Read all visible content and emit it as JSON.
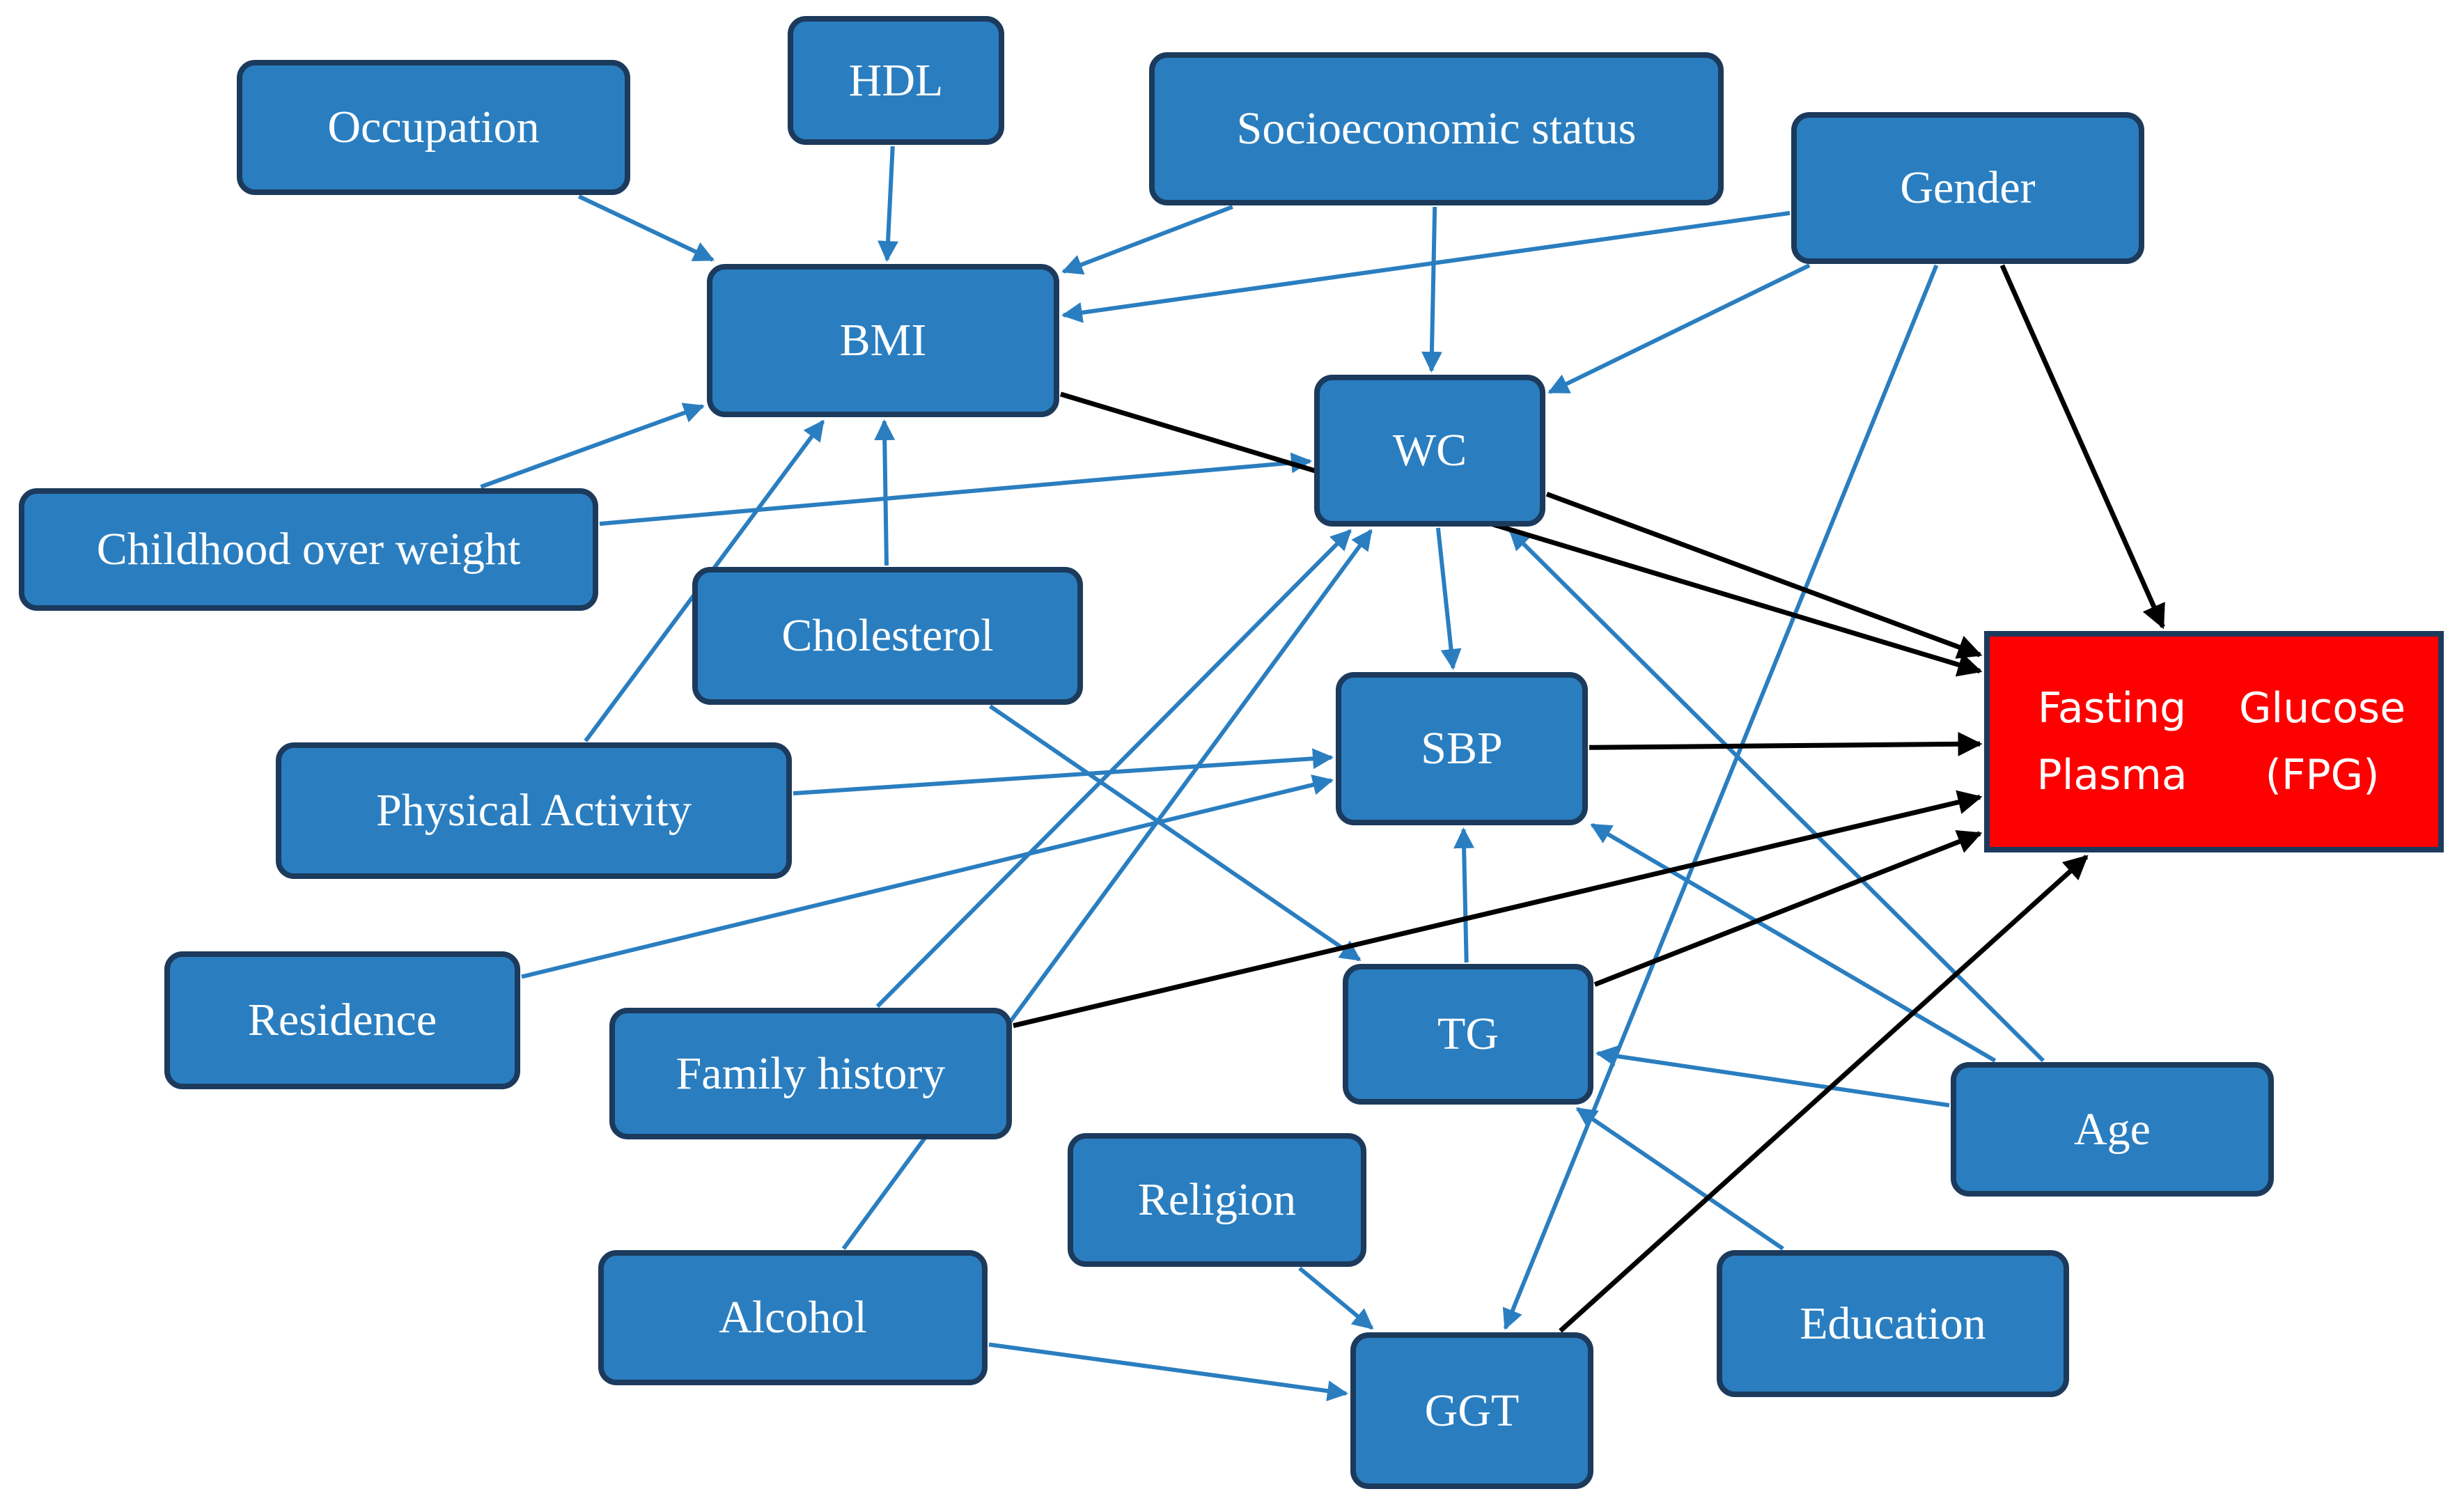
{
  "colors": {
    "node_fill": "#2a7ec0",
    "node_border": "#1c3a5c",
    "outcome_fill": "#ff0000",
    "text": "#ffffff",
    "edge_blue": "#2a7ec0",
    "edge_black": "#000000"
  },
  "nodes": {
    "occupation": "Occupation",
    "hdl": "HDL",
    "socioeconomic_status": "Socioeconomic status",
    "gender": "Gender",
    "bmi": "BMI",
    "wc": "WC",
    "childhood_over_weight": "Childhood over weight",
    "cholesterol": "Cholesterol",
    "sbp": "SBP",
    "physical_activity": "Physical Activity",
    "residence": "Residence",
    "family_history": "Family history",
    "tg": "TG",
    "age": "Age",
    "religion": "Religion",
    "alcohol": "Alcohol",
    "education": "Education",
    "ggt": "GGT",
    "fpg_line1": "Fasting Plasma",
    "fpg_line2": "Glucose (FPG)"
  },
  "edges": [
    {
      "from": "occupation",
      "to": "bmi",
      "color": "blue"
    },
    {
      "from": "hdl",
      "to": "bmi",
      "color": "blue"
    },
    {
      "from": "socioeconomic_status",
      "to": "bmi",
      "color": "blue"
    },
    {
      "from": "gender",
      "to": "bmi",
      "color": "blue"
    },
    {
      "from": "childhood_over_weight",
      "to": "bmi",
      "color": "blue"
    },
    {
      "from": "physical_activity",
      "to": "bmi",
      "color": "blue"
    },
    {
      "from": "cholesterol",
      "to": "bmi",
      "color": "blue"
    },
    {
      "from": "socioeconomic_status",
      "to": "wc",
      "color": "blue"
    },
    {
      "from": "gender",
      "to": "wc",
      "color": "blue"
    },
    {
      "from": "childhood_over_weight",
      "to": "wc",
      "color": "blue"
    },
    {
      "from": "family_history",
      "to": "wc",
      "color": "blue"
    },
    {
      "from": "alcohol",
      "to": "wc",
      "color": "blue"
    },
    {
      "from": "age",
      "to": "wc",
      "color": "blue"
    },
    {
      "from": "wc",
      "to": "sbp",
      "color": "blue"
    },
    {
      "from": "physical_activity",
      "to": "sbp",
      "color": "blue"
    },
    {
      "from": "residence",
      "to": "sbp",
      "color": "blue"
    },
    {
      "from": "tg",
      "to": "sbp",
      "color": "blue"
    },
    {
      "from": "age",
      "to": "sbp",
      "color": "blue"
    },
    {
      "from": "cholesterol",
      "to": "tg",
      "color": "blue"
    },
    {
      "from": "age",
      "to": "tg",
      "color": "blue"
    },
    {
      "from": "education",
      "to": "tg",
      "color": "blue"
    },
    {
      "from": "gender",
      "to": "ggt",
      "color": "blue"
    },
    {
      "from": "religion",
      "to": "ggt",
      "color": "blue"
    },
    {
      "from": "alcohol",
      "to": "ggt",
      "color": "blue"
    },
    {
      "from": "bmi",
      "to": "fpg",
      "color": "black"
    },
    {
      "from": "wc",
      "to": "fpg",
      "color": "black"
    },
    {
      "from": "gender",
      "to": "fpg",
      "color": "black"
    },
    {
      "from": "sbp",
      "to": "fpg",
      "color": "black"
    },
    {
      "from": "tg",
      "to": "fpg",
      "color": "black"
    },
    {
      "from": "family_history",
      "to": "fpg",
      "color": "black"
    },
    {
      "from": "ggt",
      "to": "fpg",
      "color": "black"
    }
  ]
}
